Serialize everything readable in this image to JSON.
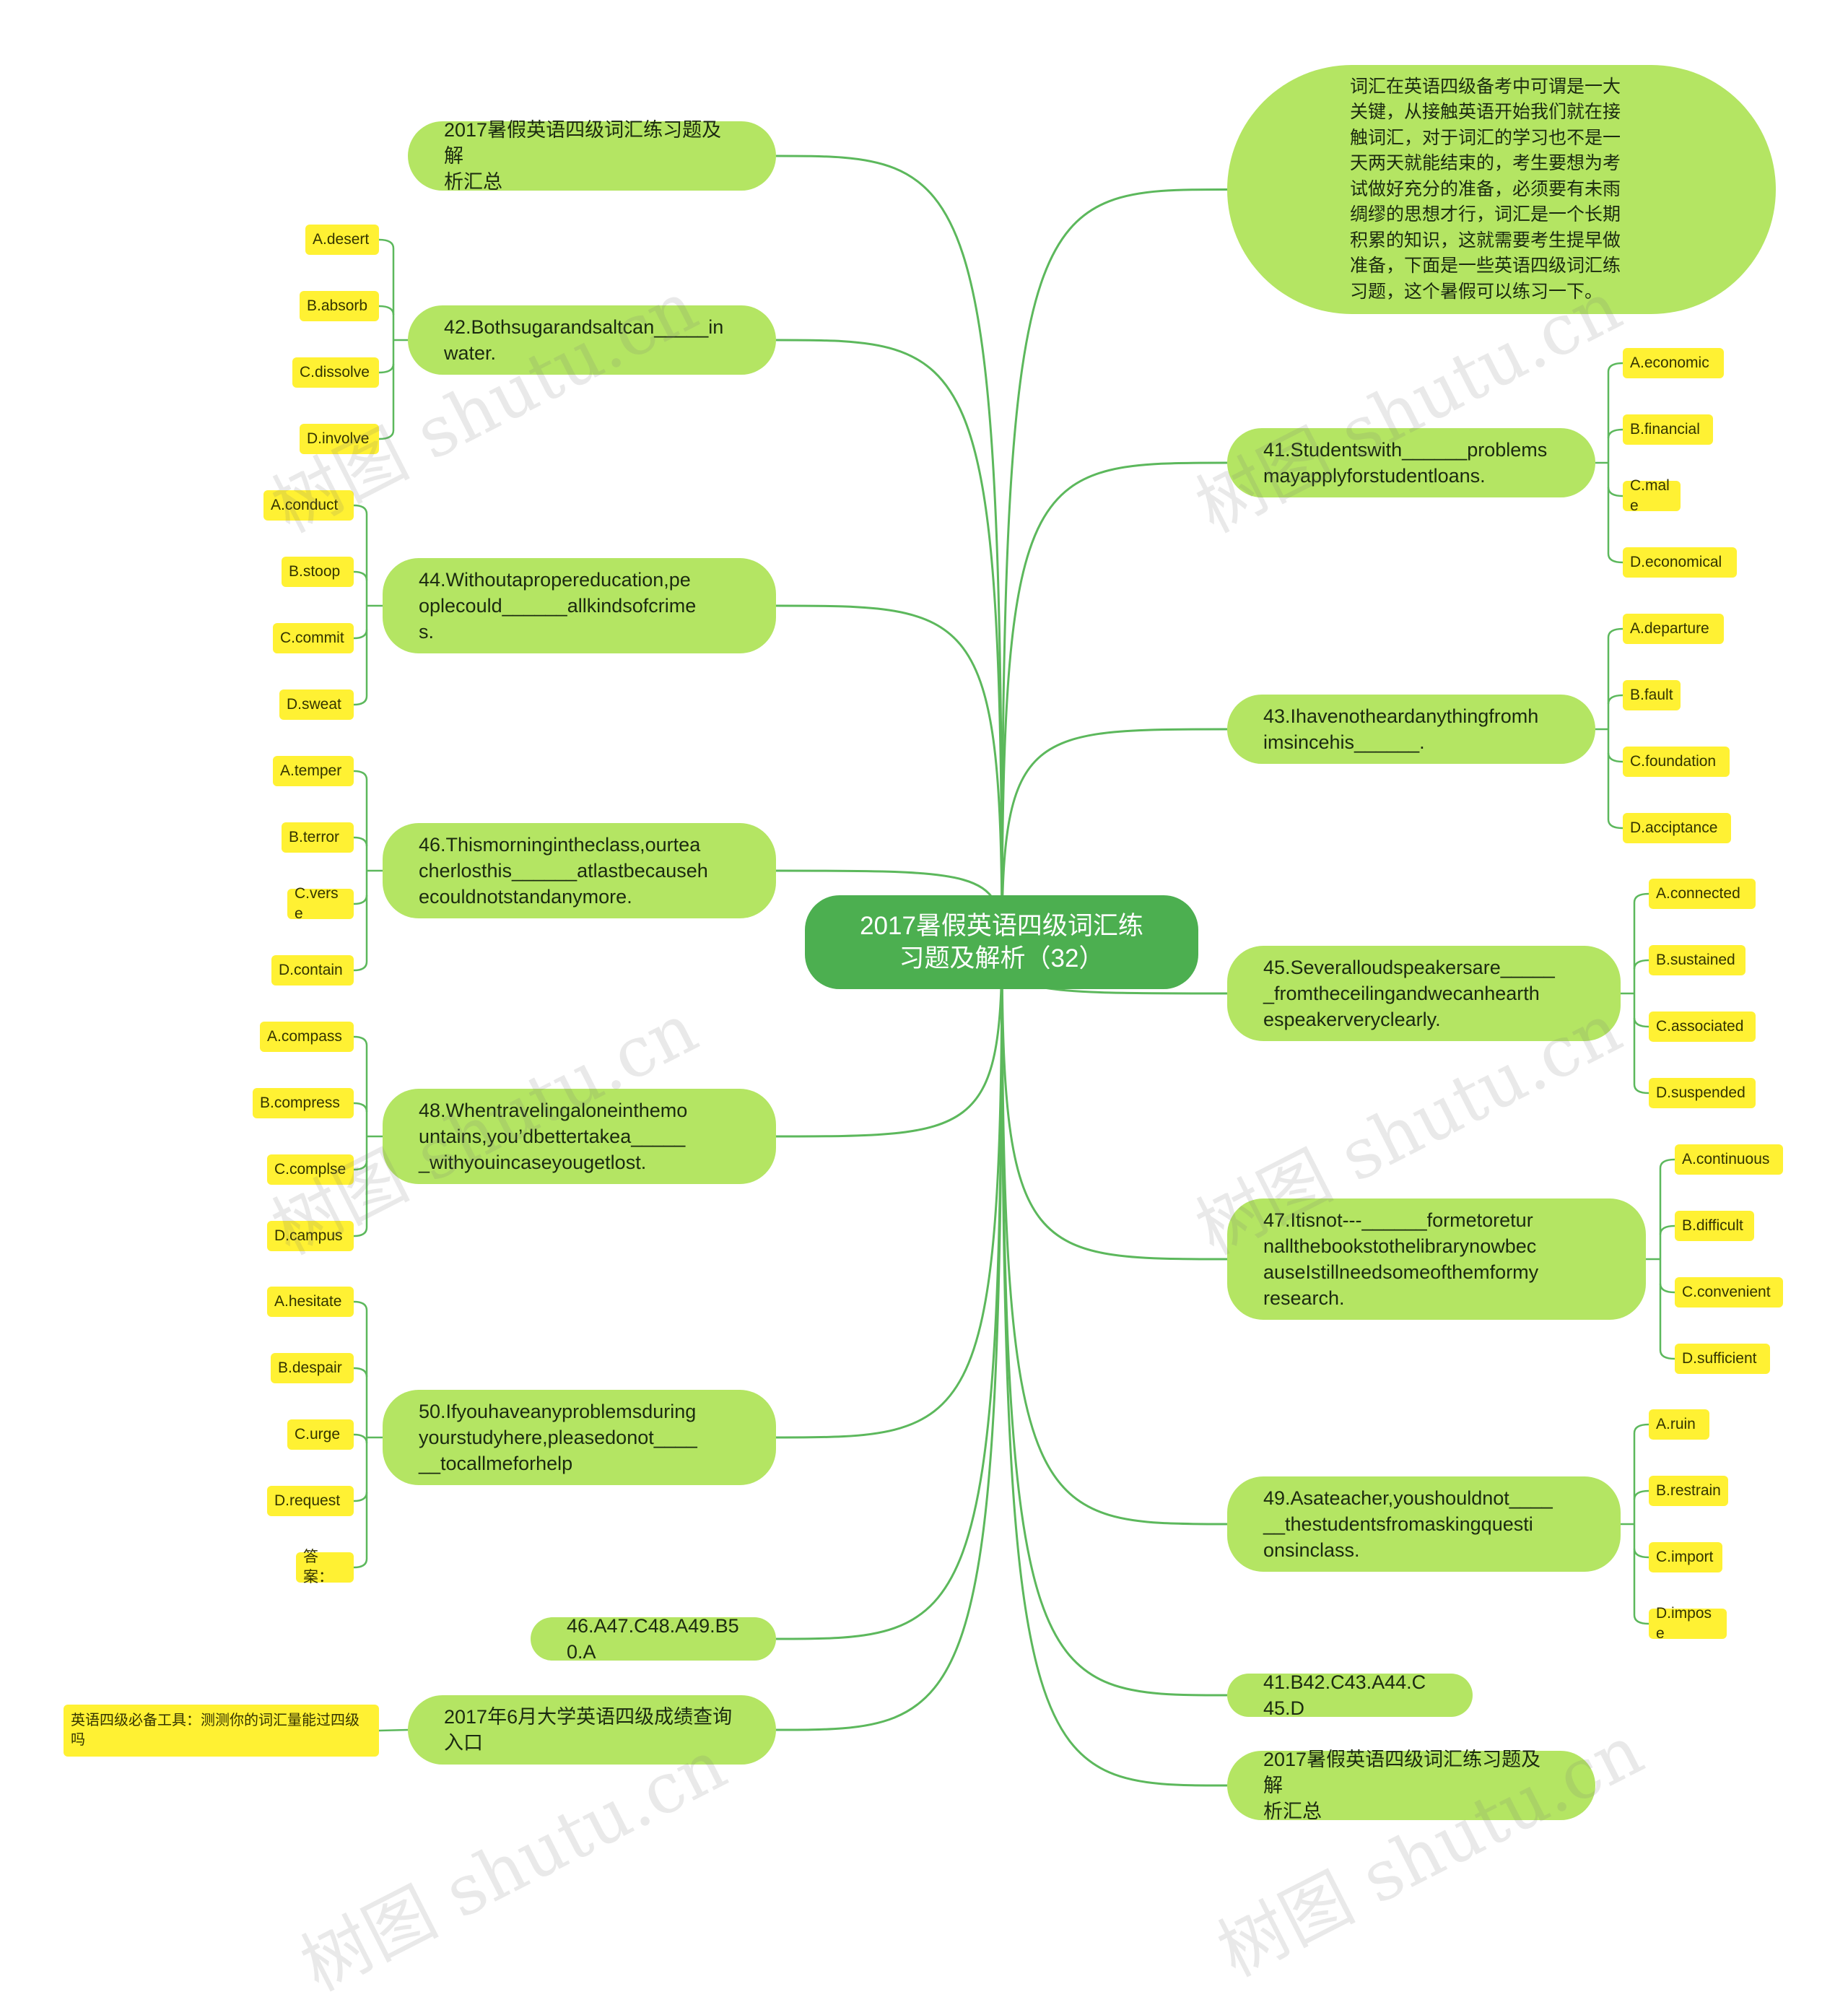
{
  "title": "2017暑假英语四级词汇练\n习题及解析（32）",
  "watermark": "树图 shutu.cn",
  "colors": {
    "root": "#4caf50",
    "branch": "#b4e563",
    "leaf": "#fff133",
    "edge": "#5cb85c"
  },
  "left_branches": [
    {
      "id": "lb0",
      "text": "2017暑假英语四级词汇练习题及解\n析汇总",
      "options": []
    },
    {
      "id": "lb1",
      "text": "42.Bothsugarandsaltcan_____in\nwater.",
      "options": [
        "A.desert",
        "B.absorb",
        "C.dissolve",
        "D.involve"
      ]
    },
    {
      "id": "lb2",
      "text": "44.Withoutapropereducation,pe\noplecould______allkindsofcrime\ns.",
      "options": [
        "A.conduct",
        "B.stoop",
        "C.commit",
        "D.sweat"
      ]
    },
    {
      "id": "lb3",
      "text": "46.Thismorningintheclass,ourtea\ncherlosthis______atlastbecauseh\necouldnotstandanymore.",
      "options": [
        "A.temper",
        "B.terror",
        "C.verse",
        "D.contain"
      ]
    },
    {
      "id": "lb4",
      "text": "48.Whentravelingaloneinthemo\nuntains,you’dbettertakea_____\n_withyouincaseyougetlost.",
      "options": [
        "A.compass",
        "B.compress",
        "C.complse",
        "D.campus"
      ]
    },
    {
      "id": "lb5",
      "text": "50.Ifyouhaveanyproblemsduring\nyourstudyhere,pleasedonot____\n__tocallmeforhelp",
      "options": [
        "A.hesitate",
        "B.despair",
        "C.urge",
        "D.request",
        "答案："
      ]
    },
    {
      "id": "lb6",
      "text": "46.A47.C48.A49.B50.A",
      "options": []
    },
    {
      "id": "lb7",
      "text": "2017年6月大学英语四级成绩查询\n入口",
      "options": [
        "英语四级必备工具：测测你的词汇量能过四级\n吗"
      ]
    }
  ],
  "right_branches": [
    {
      "id": "rb0",
      "text": "词汇在英语四级备考中可谓是一大\n关键，从接触英语开始我们就在接\n触词汇，对于词汇的学习也不是一\n天两天就能结束的，考生要想为考\n试做好充分的准备，必须要有未雨\n绸缪的思想才行，词汇是一个长期\n积累的知识，这就需要考生提早做\n准备，下面是一些英语四级词汇练\n习题，这个暑假可以练习一下。",
      "options": []
    },
    {
      "id": "rb1",
      "text": "41.Studentswith______problems\nmayapplyforstudentloans.",
      "options": [
        "A.economic",
        "B.financial",
        "C.male",
        "D.economical"
      ]
    },
    {
      "id": "rb2",
      "text": "43.Ihavenotheardanythingfromh\nimsincehis______.",
      "options": [
        "A.departure",
        "B.fault",
        "C.foundation",
        "D.acciptance"
      ]
    },
    {
      "id": "rb3",
      "text": "45.Severalloudspeakersare_____\n_fromtheceilingandwecanhearth\nespeakerveryclearly.",
      "options": [
        "A.connected",
        "B.sustained",
        "C.associated",
        "D.suspended"
      ]
    },
    {
      "id": "rb4",
      "text": "47.Itisnot---______formetoretur\nnallthebookstothelibrarynowbec\nauseIstillneedsomeofthemformy\nresearch.",
      "options": [
        "A.continuous",
        "B.difficult",
        "C.convenient",
        "D.sufficient"
      ]
    },
    {
      "id": "rb5",
      "text": "49.Asateacher,youshouldnot____\n__thestudentsfromaskingquesti\nonsinclass.",
      "options": [
        "A.ruin",
        "B.restrain",
        "C.import",
        "D.impose"
      ]
    },
    {
      "id": "rb6",
      "text": "41.B42.C43.A44.C45.D",
      "options": []
    },
    {
      "id": "rb7",
      "text": "2017暑假英语四级词汇练习题及解\n析汇总",
      "options": []
    }
  ]
}
